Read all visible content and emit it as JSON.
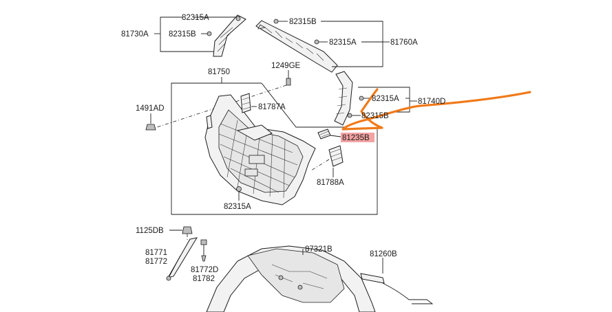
{
  "labels": {
    "l_82315A_top": "82315A",
    "l_81730A": "81730A",
    "l_82315B_left": "82315B",
    "l_82315B_top": "82315B",
    "l_82315A_mid": "82315A",
    "l_81760A": "81760A",
    "l_81750": "81750",
    "l_1249GE": "1249GE",
    "l_1491AD": "1491AD",
    "l_81787A": "81787A",
    "l_82315A_right": "82315A",
    "l_81740D": "81740D",
    "l_82315B_right": "82315B",
    "l_81235B": "81235B",
    "l_81788A": "81788A",
    "l_82315A_bottom": "82315A",
    "l_1125DB": "1125DB",
    "l_81771": "81771",
    "l_81772": "81772",
    "l_81772D": "81772D",
    "l_81782": "81782",
    "l_87321B": "87321B",
    "l_81260B": "81260B"
  },
  "highlight": {
    "part": "81235B",
    "color": "#f4a3a3"
  },
  "annotation": {
    "color": "#f07a1a"
  }
}
